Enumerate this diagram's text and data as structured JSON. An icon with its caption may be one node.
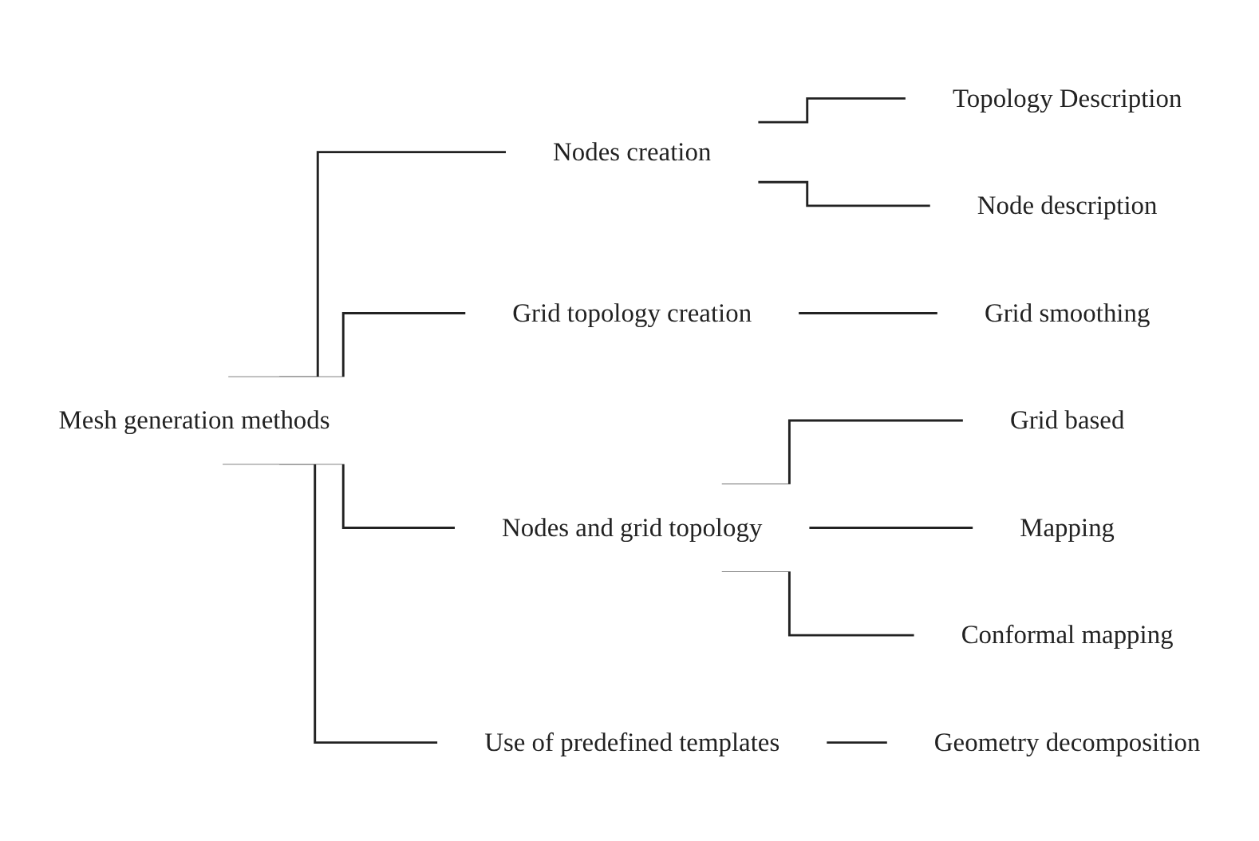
{
  "diagram": {
    "nodes": [
      {
        "text": [
          "Mesh generation methods"
        ]
      },
      {
        "text": [
          "Nodes creation"
        ]
      },
      {
        "text": [
          "Topology Description"
        ]
      },
      {
        "text": [
          "Node description"
        ]
      },
      {
        "text": [
          "Grid topology creation"
        ]
      },
      {
        "text": [
          "Grid smoothing"
        ]
      },
      {
        "text": [
          "Nodes and grid topology"
        ]
      },
      {
        "text": [
          "Grid based"
        ]
      },
      {
        "text": [
          "Mapping"
        ]
      },
      {
        "text": [
          "Conformal mapping"
        ]
      },
      {
        "text": [
          "Use of predefined templates"
        ]
      },
      {
        "text": [
          "Geometry decomposition"
        ]
      }
    ],
    "edges": [
      {
        "from": 0,
        "to": 1,
        "arrow": "none"
      },
      {
        "from": 0,
        "to": 4,
        "arrow": "none"
      },
      {
        "from": 0,
        "to": 6,
        "arrow": "none"
      },
      {
        "from": 0,
        "to": 10,
        "arrow": "none"
      },
      {
        "from": 1,
        "to": 2,
        "arrow": "none"
      },
      {
        "from": 1,
        "to": 3,
        "arrow": "none"
      },
      {
        "from": 4,
        "to": 5,
        "arrow": "none"
      },
      {
        "from": 6,
        "to": 7,
        "arrow": "none"
      },
      {
        "from": 6,
        "to": 8,
        "arrow": "none"
      },
      {
        "from": 6,
        "to": 9,
        "arrow": "none"
      },
      {
        "from": 10,
        "to": 11,
        "arrow": "none"
      }
    ]
  }
}
